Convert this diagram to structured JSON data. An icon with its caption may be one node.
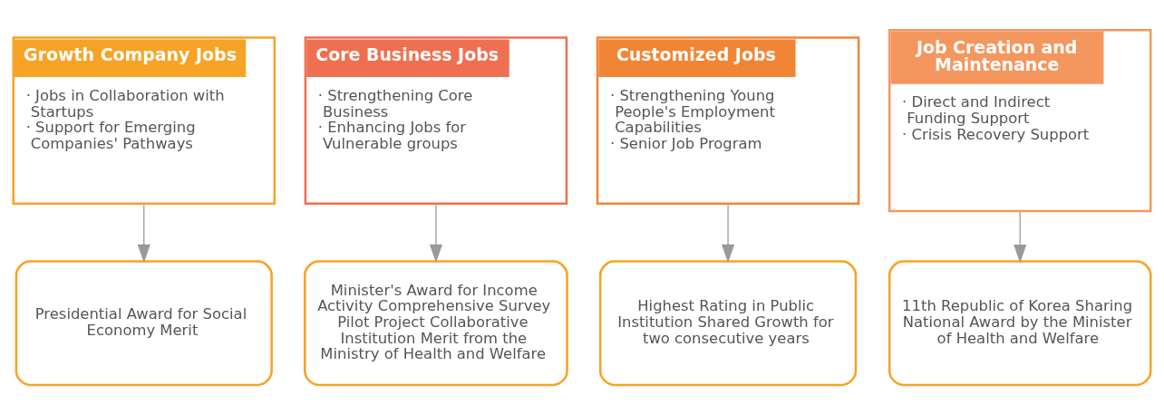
{
  "diagram": {
    "nodes": [
      {
        "text": [
          "Growth Company Jobs",
          "· Jobs in Collaboration with Startups",
          "· Support for Emerging Companies' Pathways"
        ]
      },
      {
        "text": [
          "Core Business Jobs",
          "· Strengthening Core Business",
          "· Enhancing Jobs for Vulnerable groups"
        ]
      },
      {
        "text": [
          "Customized Jobs",
          "· Strengthening Young People's Employment Capabilities",
          "· Senior Job Program"
        ]
      },
      {
        "text": [
          "Job Creation and Maintenance",
          "· Direct and Indirect Funding Support",
          "· Crisis Recovery Support"
        ]
      },
      {
        "text": [
          "Presidential Award for Social Economy Merit"
        ]
      },
      {
        "text": [
          "Minister's Award for Income Activity Comprehensive Survey Pilot Project Collaborative Institution Merit from the Ministry of Health and Welfare"
        ]
      },
      {
        "text": [
          "Highest Rating in Public Institution Shared Growth for two consecutive years"
        ]
      },
      {
        "text": [
          "11th Republic of Korea Sharing National Award by the Minister of Health and Welfare"
        ]
      }
    ],
    "edges": [
      {
        "from": 0,
        "to": 4,
        "arrow": "to"
      },
      {
        "from": 1,
        "to": 5,
        "arrow": "to"
      },
      {
        "from": 2,
        "to": 6,
        "arrow": "to"
      },
      {
        "from": 3,
        "to": 7,
        "arrow": "to"
      }
    ]
  }
}
